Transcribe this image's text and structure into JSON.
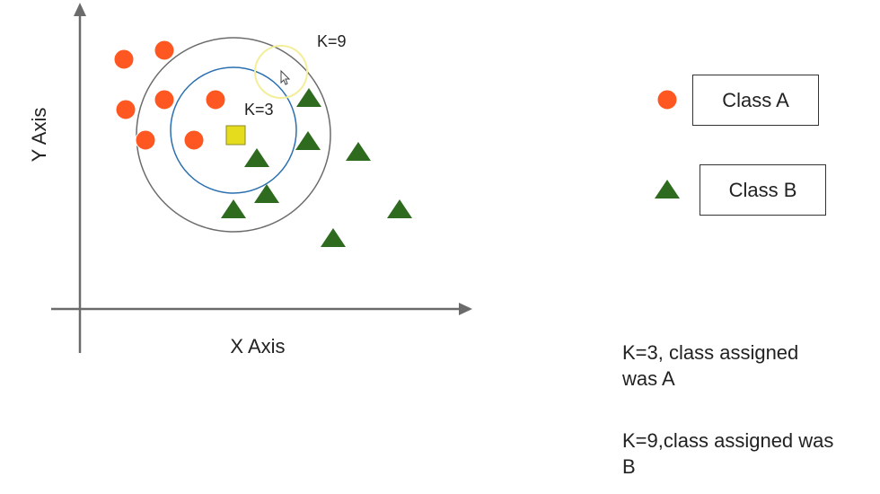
{
  "diagram": {
    "x_axis_label": "X Axis",
    "y_axis_label": "Y Axis",
    "k_small_label": "K=3",
    "k_large_label": "K=9",
    "colors": {
      "class_a": "#ff5722",
      "class_b": "#2e6b1f",
      "query": "#e6dc1e",
      "inner_circle": "#2a6fb0",
      "outer_circle": "#6b6b6b",
      "axis": "#6b6b6b",
      "cursor_highlight": "#f3ee9a"
    }
  },
  "legend": {
    "class_a_label": "Class A",
    "class_b_label": "Class B",
    "class_a_icon": "circle",
    "class_b_icon": "triangle"
  },
  "notes": {
    "k3_result": "K=3, class assigned was A",
    "k9_result": "K=9,class assigned was B"
  }
}
